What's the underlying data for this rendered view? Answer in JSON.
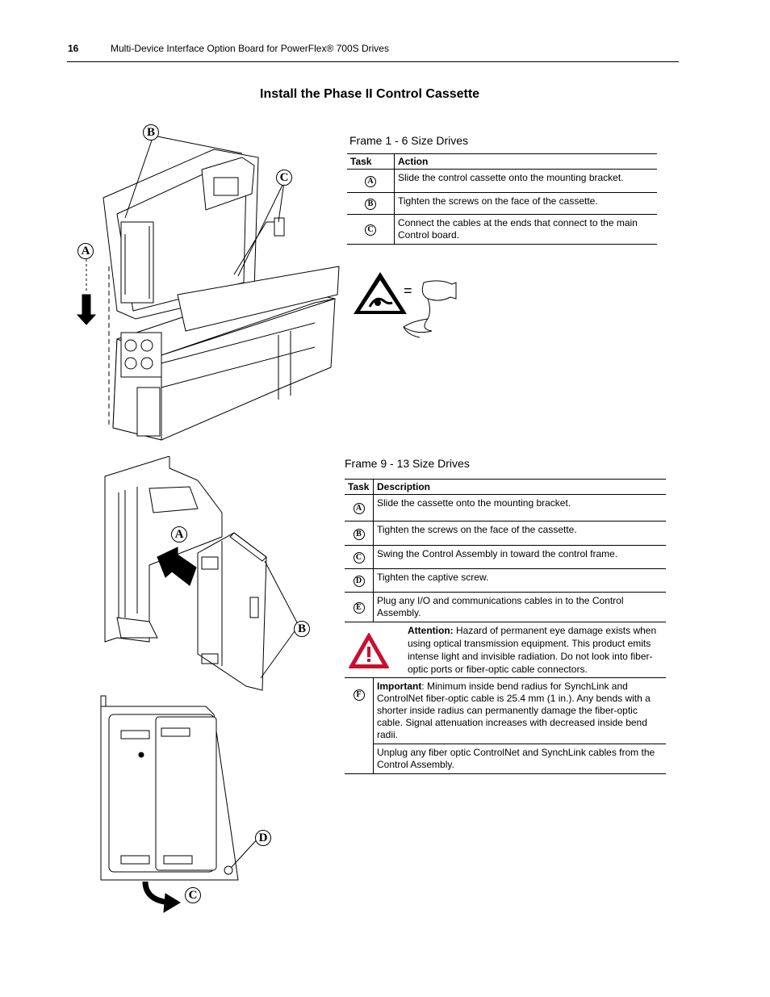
{
  "header": {
    "page_number": "16",
    "doc_title": "Multi-Device Interface Option Board for PowerFlex® 700S Drives"
  },
  "section_title": "Install the Phase II Control Cassette",
  "frame1": {
    "caption": "Frame 1 - 6 Size Drives",
    "col_task": "Task",
    "col_action": "Action",
    "rows": [
      {
        "letter": "A",
        "text": "Slide the control cassette onto the mounting bracket."
      },
      {
        "letter": "B",
        "text": "Tighten the screws on the face of the cassette."
      },
      {
        "letter": "C",
        "text": "Connect the cables at the ends that connect to the main Control board."
      }
    ]
  },
  "frame9": {
    "caption": "Frame 9 - 13 Size Drives",
    "col_task": "Task",
    "col_description": "Description",
    "rows": [
      {
        "letter": "A",
        "text": "Slide the cassette onto the mounting bracket."
      },
      {
        "letter": "B",
        "text": "Tighten the screws on the face of the cassette."
      },
      {
        "letter": "C",
        "text": "Swing the Control Assembly in toward the control frame."
      },
      {
        "letter": "D",
        "text": "Tighten the captive screw."
      },
      {
        "letter": "E",
        "text": "Plug any I/O and communications cables in to the Control Assembly."
      }
    ],
    "attention_label": "Attention:",
    "attention_text": " Hazard of permanent eye damage exists when using optical transmission equipment. This product emits intense light and invisible radiation. Do not look into fiber-optic ports or fiber-optic cable connectors.",
    "row_f_letter": "F",
    "important_label": "Important",
    "important_text": ": Minimum inside bend radius for SynchLink and ControlNet fiber-optic cable is 25.4 mm (1 in.). Any bends with a shorter inside radius can permanently damage the fiber-optic cable. Signal attenuation increases with decreased inside bend radii.",
    "unplug_text": "Unplug any fiber optic ControlNet and SynchLink cables from the Control Assembly."
  },
  "callouts": {
    "fig1_b": "B",
    "fig1_c": "C",
    "fig1_a": "A",
    "fig2_a": "A",
    "fig2_b": "B",
    "fig3_d": "D",
    "fig3_c": "C"
  },
  "esd_equals": "=",
  "colors": {
    "warning_red": "#c8102e"
  }
}
